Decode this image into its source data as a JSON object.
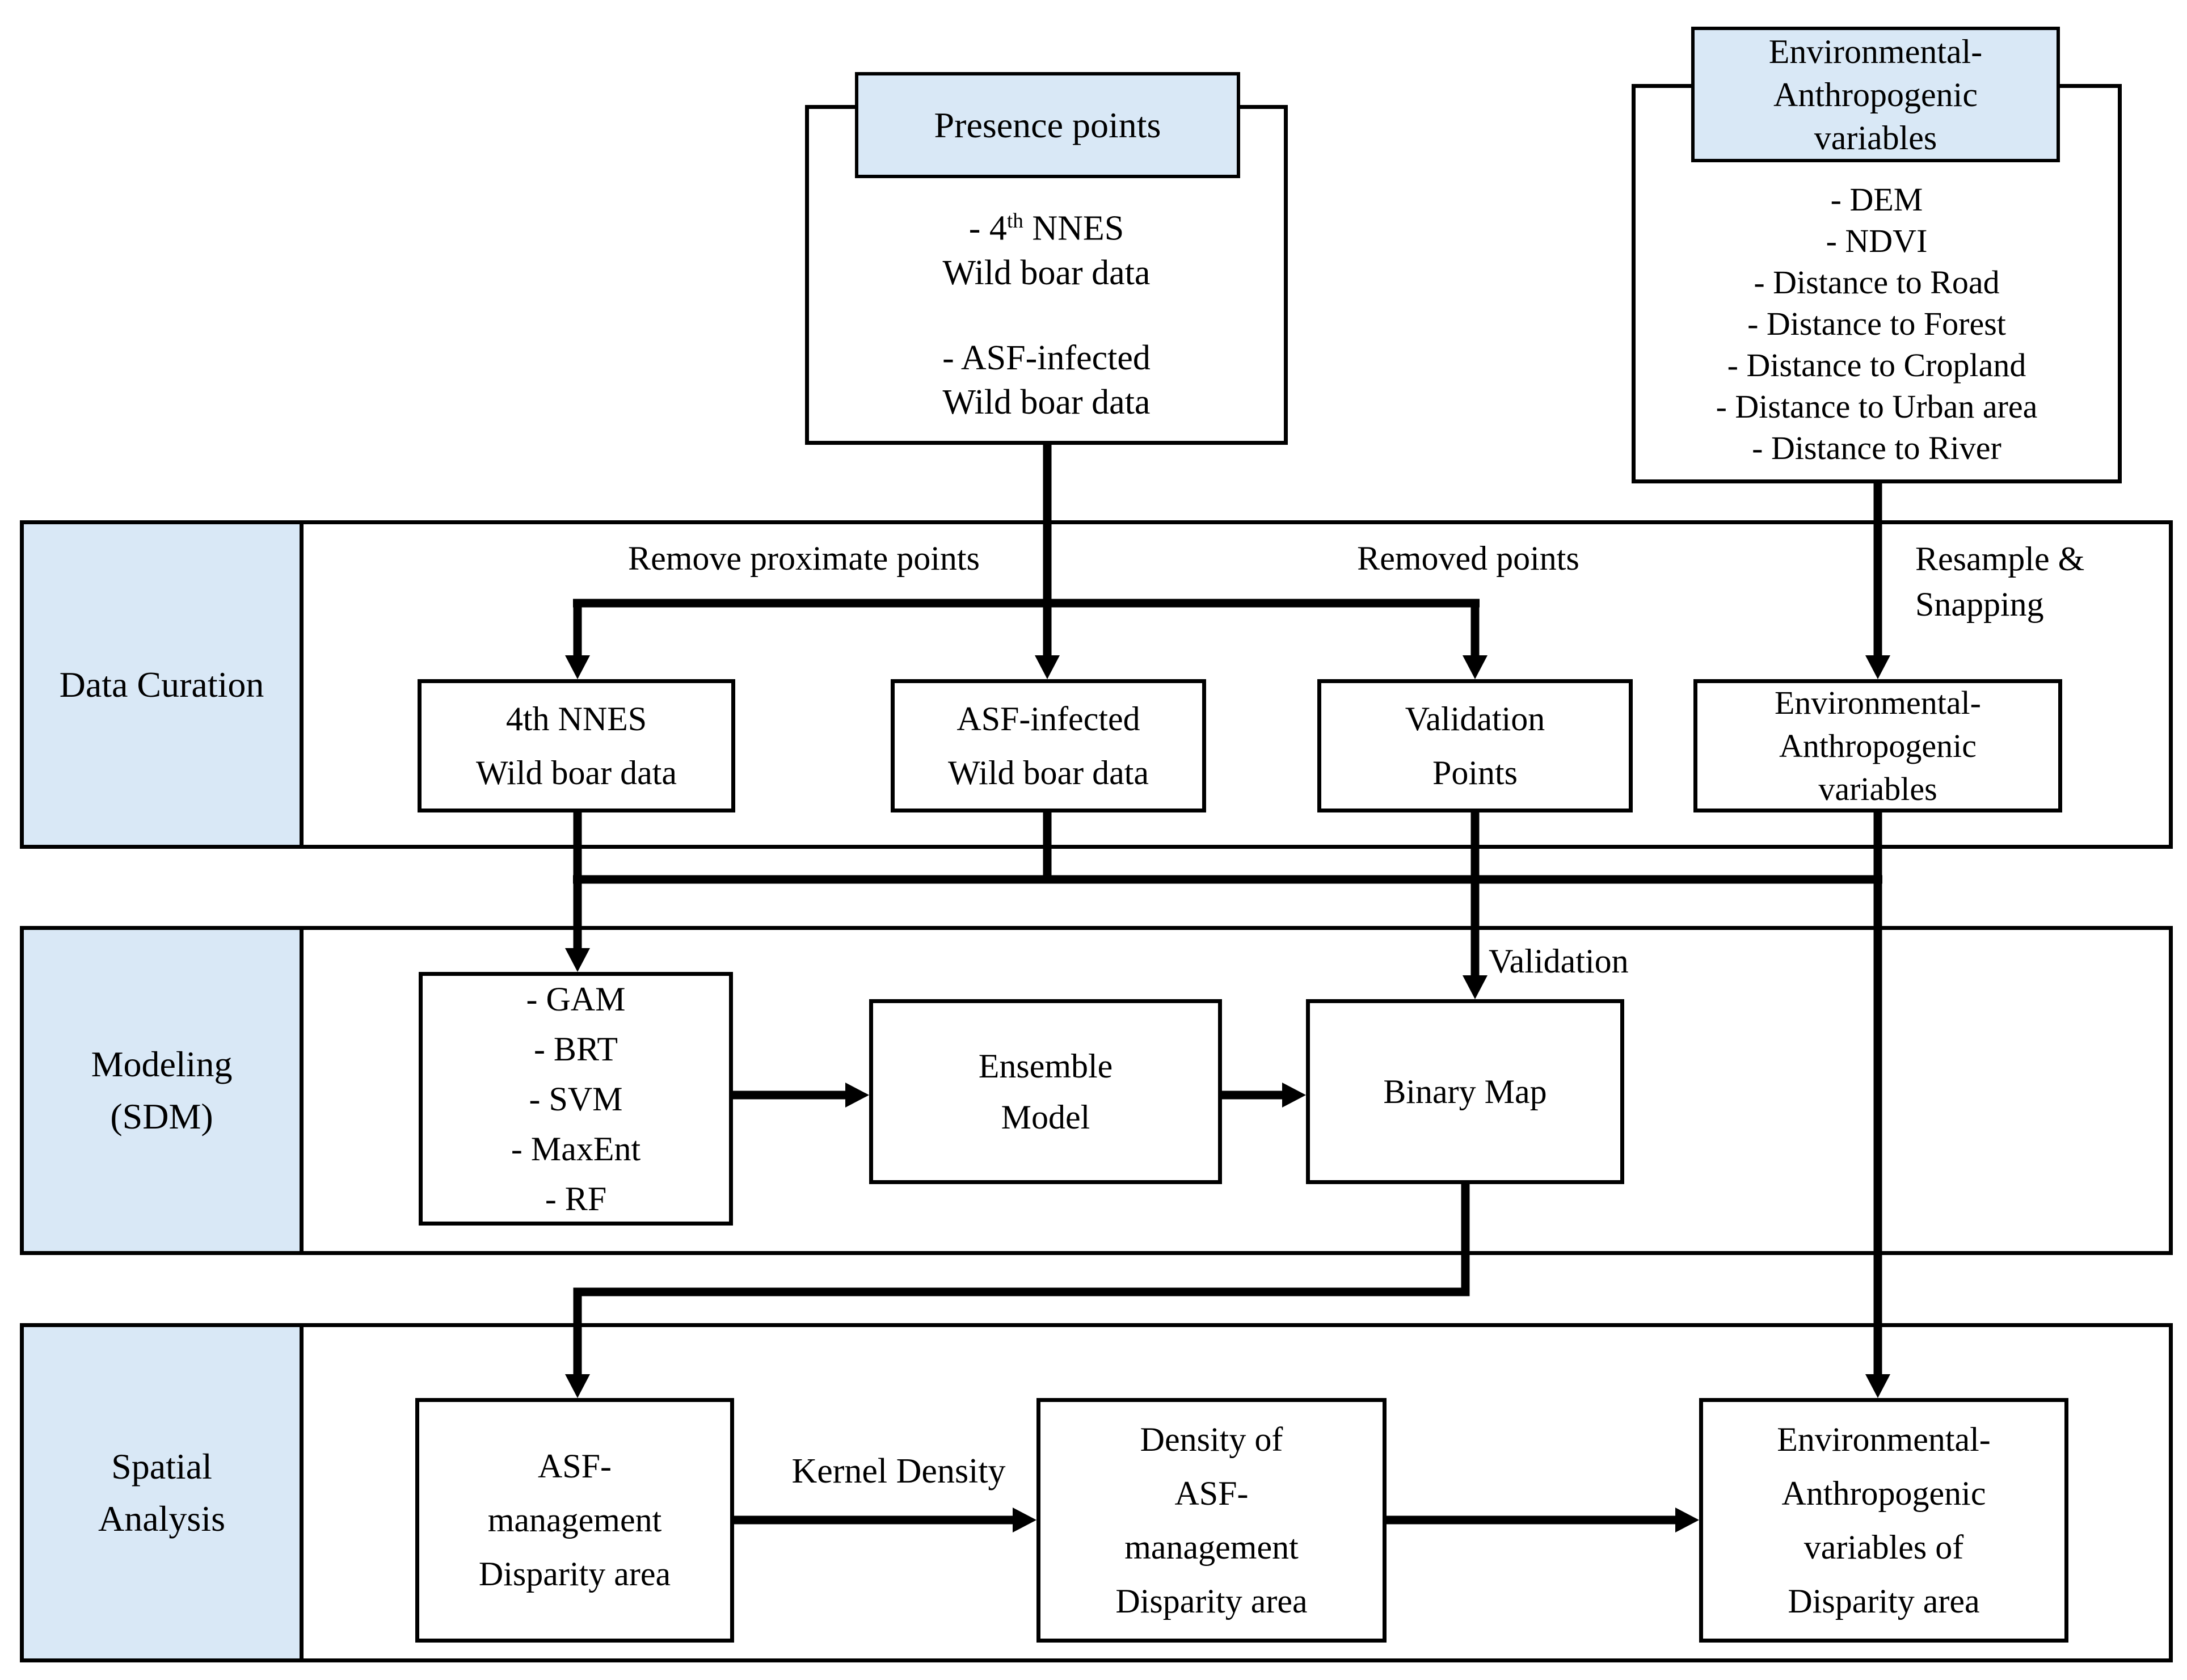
{
  "colors": {
    "accent_fill": "#d9e8f6",
    "line": "#000000",
    "background": "#ffffff"
  },
  "sources": {
    "presence": {
      "header": "Presence points",
      "item1_prefix": "- 4",
      "item1_sup": "th",
      "item1_suffix": " NNES",
      "item1_line2": "Wild boar data",
      "item2_line1": "- ASF-infected",
      "item2_line2": "Wild boar data"
    },
    "environment": {
      "header_lines": [
        "Environmental-",
        "Anthropogenic",
        "variables"
      ],
      "items": [
        "- DEM",
        "- NDVI",
        "- Distance to Road",
        "- Distance to Forest",
        "- Distance to Cropland",
        "- Distance to Urban area",
        "- Distance to River"
      ]
    }
  },
  "bands": {
    "curation": {
      "label": "Data Curation",
      "notes": {
        "remove_proximate": "Remove proximate points",
        "removed_points": "Removed points",
        "resample_lines": [
          "Resample &",
          "Snapping"
        ]
      },
      "boxes": {
        "nnes": [
          "4th NNES",
          "Wild boar data"
        ],
        "asf": [
          "ASF-infected",
          "Wild boar data"
        ],
        "validation": [
          "Validation",
          "Points"
        ],
        "env": [
          "Environmental-",
          "Anthropogenic",
          "variables"
        ]
      }
    },
    "modeling": {
      "label_lines": [
        "Modeling",
        "(SDM)"
      ],
      "notes": {
        "validation": "Validation"
      },
      "boxes": {
        "sdm": [
          "- GAM",
          "- BRT",
          "- SVM",
          "- MaxEnt",
          "- RF"
        ],
        "ensemble": [
          "Ensemble",
          "Model"
        ],
        "binary": "Binary Map"
      }
    },
    "spatial": {
      "label_lines": [
        "Spatial",
        "Analysis"
      ],
      "notes": {
        "kernel": "Kernel Density"
      },
      "boxes": {
        "asf_management": [
          "ASF-",
          "management",
          "Disparity area"
        ],
        "density": [
          "Density of",
          "ASF-",
          "management",
          "Disparity area"
        ],
        "env_disparity": [
          "Environmental-",
          "Anthropogenic",
          "variables of",
          "Disparity area"
        ]
      }
    }
  }
}
